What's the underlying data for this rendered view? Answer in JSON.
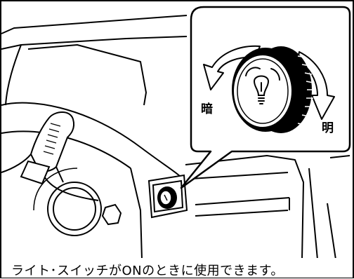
{
  "callout": {
    "dark_label": "暗",
    "bright_label": "明"
  },
  "caption": "ライト･スイッチがONのときに使用できます。"
}
